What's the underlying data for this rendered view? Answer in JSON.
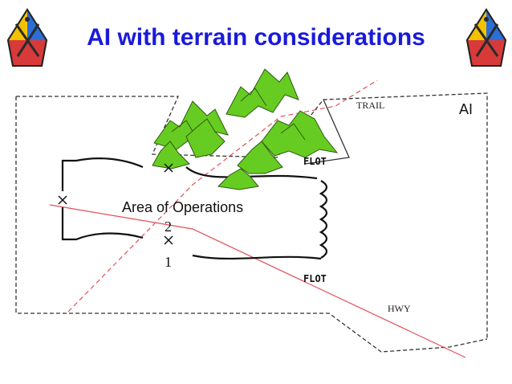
{
  "title": "AI with terrain considerations",
  "labels": {
    "ai": "AI",
    "trail": "TRAIL",
    "hwy": "HWY",
    "flot_top": "FLOT",
    "flot_bottom": "FLOT",
    "area_of_operations": "Area of Operations",
    "marker_2": "2",
    "marker_1": "1"
  },
  "icons": [
    "unit-insignia-icon",
    "boundary-x-marker-icon",
    "tree-icon"
  ],
  "colors": {
    "title": "#1a1adb",
    "route_line": "#e0505a",
    "foliage": "#66cc22",
    "insignia_yellow": "#f2c200",
    "insignia_blue": "#2b6fd6",
    "insignia_red": "#d83a3a"
  }
}
